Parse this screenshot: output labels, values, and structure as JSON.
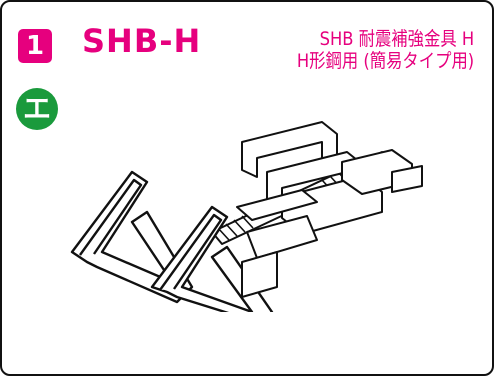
{
  "badge": {
    "number": "1"
  },
  "product": {
    "code": "SHB-H"
  },
  "description": {
    "line1": "SHB 耐震補強金具 H",
    "line2": "H形鋼用 (簡易タイプ用)"
  },
  "type_marker": {
    "label": "エ"
  },
  "colors": {
    "accent": "#e6007e",
    "type_marker": "#1a9a3c",
    "line": "#111111"
  },
  "illustration": {
    "subject": "SHB-H bracket with threaded bolt and zigzag wire clip"
  }
}
